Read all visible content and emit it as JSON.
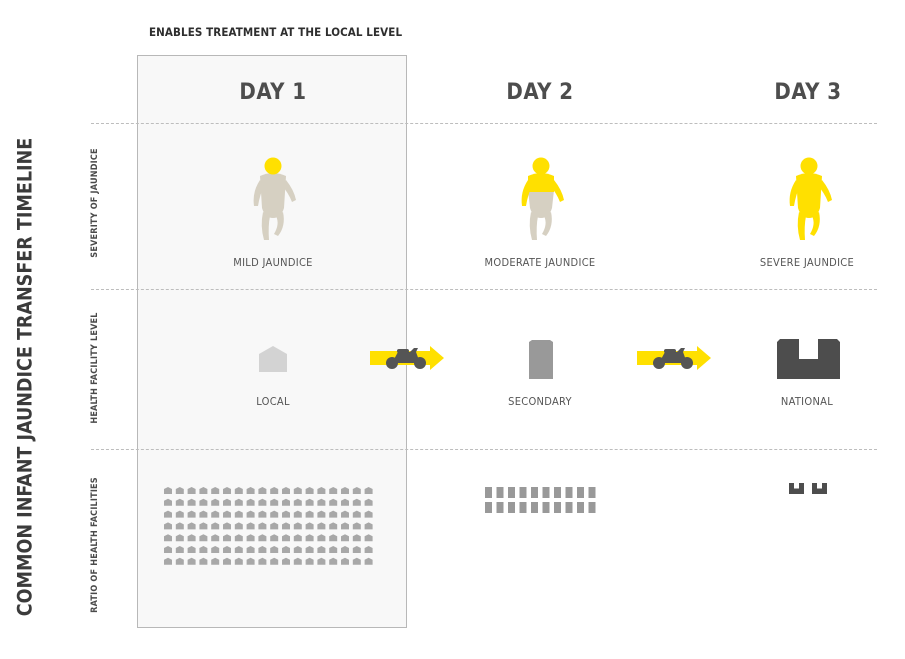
{
  "banner": "ENABLES TREATMENT AT THE LOCAL LEVEL",
  "title": "COMMON INFANT JAUNDICE TRANSFER TIMELINE",
  "days": [
    "DAY 1",
    "DAY 2",
    "DAY 3"
  ],
  "rows": {
    "severity": "SEVERITY OF JAUNDICE",
    "facility": "HEALTH FACILITY LEVEL",
    "ratio": "RATIO OF HEALTH FACILITIES"
  },
  "severity_labels": [
    "MILD JAUNDICE",
    "MODERATE JAUNDICE",
    "SEVERE JAUNDICE"
  ],
  "facility_labels": [
    "LOCAL",
    "SECONDARY",
    "NATIONAL"
  ],
  "facility_counts": {
    "local": 126,
    "secondary": 20,
    "national": 2
  },
  "icons": [
    "baby-icon",
    "house-icon",
    "building-icon",
    "hospital-icon",
    "motorcycle-icon",
    "arrow-icon"
  ],
  "colors": {
    "jaundice_yellow": "#ffe000",
    "baby_skin": "#d6d0c2",
    "local_gray": "#d3d3d3",
    "secondary_gray": "#999999",
    "national_gray": "#4d4d4d",
    "dot_gray": "#a8a8a8",
    "motorcycle": "#555555"
  }
}
